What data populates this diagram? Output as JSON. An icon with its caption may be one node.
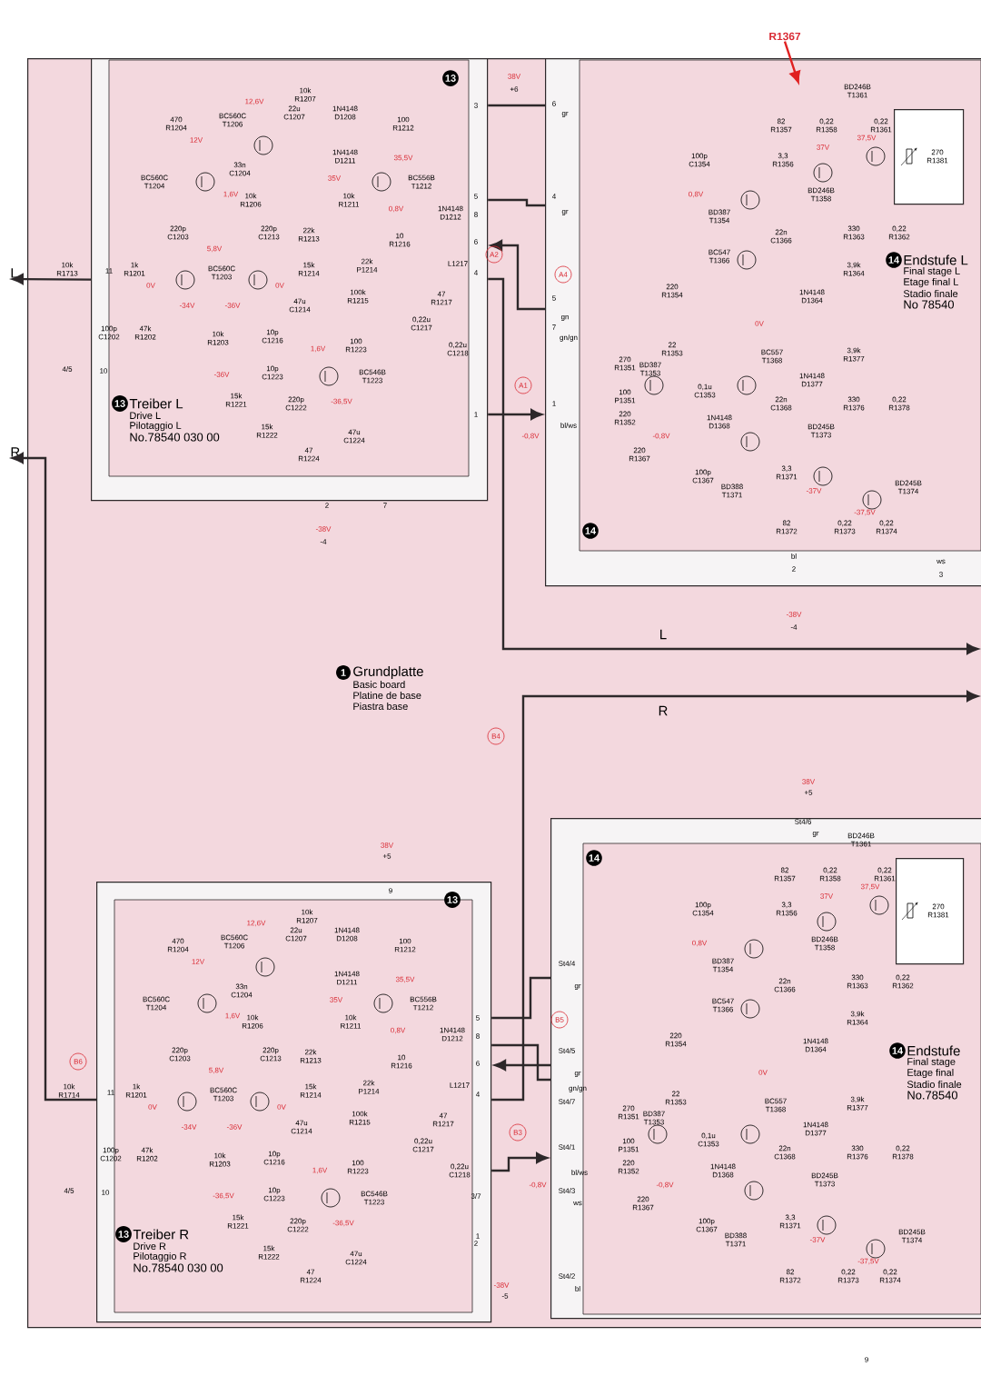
{
  "diagram": {
    "nodes": [
      {
        "text": [
          "1",
          "Grundplatte",
          "Basic board",
          "Platine de base",
          "Piastra base"
        ]
      },
      {
        "text": [
          "13",
          "Treiber L",
          "Drive L",
          "Pilotaggio L",
          "No.78540 030 00"
        ],
        "in": 0
      },
      {
        "text": [
          "14",
          "Endstufe L",
          "Final stage L",
          "Etage final L",
          "Stadio finale",
          "No 78540"
        ],
        "in": 0
      },
      {
        "text": [
          "13",
          "Treiber R",
          "Drive R",
          "Pilotaggio R",
          "No.78540 030 00"
        ],
        "in": 0
      },
      {
        "text": [
          "14",
          "Endstufe",
          "Final stage",
          "Etage final",
          "Stadio finale",
          "No.78540"
        ],
        "in": 0
      },
      {
        "text": [
          "270 R1381"
        ],
        "in": 2
      },
      {
        "text": [
          "270 R1381"
        ],
        "in": 4
      },
      {
        "text": [
          "L"
        ]
      },
      {
        "text": [
          "R"
        ]
      },
      {
        "text": [
          "R1367"
        ]
      }
    ],
    "edges": [
      {
        "from": 1,
        "to": 7,
        "arrow": "to"
      },
      {
        "from": 3,
        "to": 8,
        "arrow": "to"
      },
      {
        "from": 1,
        "to": 2,
        "arrow": "to"
      },
      {
        "from": 2,
        "to": 1,
        "arrow": "to"
      },
      {
        "from": 1,
        "to": null,
        "arrow": "to",
        "label": "L"
      },
      {
        "from": 1,
        "to": 2,
        "arrow": "none"
      },
      {
        "from": 1,
        "to": 2,
        "arrow": "none"
      },
      {
        "from": 3,
        "to": 4,
        "arrow": "to"
      },
      {
        "from": 4,
        "to": 3,
        "arrow": "to"
      },
      {
        "from": 3,
        "to": null,
        "arrow": "to",
        "label": "R"
      },
      {
        "from": 3,
        "to": 4,
        "arrow": "none"
      },
      {
        "from": 3,
        "to": 4,
        "arrow": "none"
      },
      {
        "from": 9,
        "to": null,
        "arrow": "to",
        "color": "#e02020"
      }
    ],
    "labels": [
      "13",
      "12,6V",
      "10k R1207",
      "470 R1204",
      "BC560C T1206",
      "12V",
      "22u C1207",
      "1N4148 D1208",
      "100 R1212",
      "BC560C T1204",
      "33n C1204",
      "1N4148 D1211",
      "35,5V",
      "1,6V",
      "10k R1206",
      "35V",
      "10k R1211",
      "BC556B T1212",
      "0,8V",
      "1N4148 D1212",
      "220p C1203",
      "5,8V",
      "220p C1213",
      "22k R1213",
      "10 R1216",
      "10k R1713",
      "11",
      "1k R1201",
      "0V",
      "BC560C T1203",
      "0V",
      "15k R1214",
      "22k P1214",
      "L1217",
      "100k R1215",
      "-34V",
      "-36V",
      "47u C1214",
      "47 R1217",
      "100p C1202",
      "47k R1202",
      "10k R1203",
      "10p C1216",
      "0,22u C1217",
      "0,22u C1218",
      "1,6V",
      "100 R1223",
      "-36V",
      "10p C1223",
      "BC546B T1223",
      "15k R1221",
      "220p C1222",
      "-36,5V",
      "15k R1222",
      "47u C1224",
      "47 R1224",
      "4/5",
      "10",
      "5",
      "8",
      "6",
      "4",
      "1",
      "2",
      "7",
      "3",
      "-38V",
      "-4",
      "BD246B T1361",
      "82 R1357",
      "0,22 R1358",
      "0,22 R1361",
      "37V",
      "37,5V",
      "100p C1354",
      "3,3 R1356",
      "0,8V",
      "BD246B T1358",
      "BD387 T1354",
      "22n C1366",
      "330 R1363",
      "0,22 R1362",
      "BC547 T1366",
      "3,9k R1364",
      "220 R1354",
      "1N4148 D1364",
      "0V",
      "22 R1353",
      "270 R1351",
      "BD387 T1353",
      "BC557 T1368",
      "3,9k R1377",
      "100 P1351",
      "1N4148 D1377",
      "0,1u C1353",
      "22n C1368",
      "330 R1376",
      "0,22 R1378",
      "220 R1352",
      "1N4148 D1368",
      "-0,8V",
      "BD245B T1373",
      "220 R1367",
      "100p C1367",
      "3,3 R1371",
      "-37V",
      "BD388 T1371",
      "BD245B T1374",
      "-37,5V",
      "82 R1372",
      "0,22 R1373",
      "0,22 R1374",
      "14",
      "6",
      "gr",
      "4",
      "gr",
      "5",
      "gn",
      "7",
      "gn/gn",
      "1",
      "bl/ws",
      "bl",
      "2",
      "ws",
      "3",
      "-38V",
      "-4",
      "38V",
      "+6",
      "13",
      "12,6V",
      "10k R1207",
      "470 R1204",
      "BC560C T1206",
      "12V",
      "22u C1207",
      "1N4148 D1208",
      "100 R1212",
      "BC560C T1204",
      "33n C1204",
      "1N4148 D1211",
      "35,5V",
      "1,6V",
      "10k R1206",
      "35V",
      "10k R1211",
      "BC556B T1212",
      "0,8V",
      "1N4148 D1212",
      "220p C1203",
      "5,8V",
      "220p C1213",
      "22k R1213",
      "10 R1216",
      "10k R1714",
      "11",
      "1k R1201",
      "0V",
      "BC560C T1203",
      "0V",
      "15k R1214",
      "22k P1214",
      "L1217",
      "100k R1215",
      "-34V",
      "-36V",
      "47u C1214",
      "47 R1217",
      "100p C1202",
      "47k R1202",
      "10k R1203",
      "10p C1216",
      "0,22u C1217",
      "0,22u C1218",
      "1,6V",
      "100 R1223",
      "-36,5V",
      "10p C1223",
      "BC546B T1223",
      "15k R1221",
      "220p C1222",
      "-36,5V",
      "15k R1222",
      "47u C1224",
      "47 R1224",
      "4/5",
      "10",
      "5",
      "8",
      "6",
      "4",
      "1",
      "9",
      "38V",
      "+5",
      "3/7",
      "2",
      "-38V",
      "-5",
      "BD246B T1361",
      "82 R1357",
      "0,22 R1358",
      "0,22 R1361",
      "37V",
      "37,5V",
      "100p C1354",
      "3,3 R1356",
      "0,8V",
      "BD246B T1358",
      "BD387 T1354",
      "22n C1366",
      "330 R1363",
      "0,22 R1362",
      "BC547 T1366",
      "3,9k R1364",
      "220 R1354",
      "1N4148 D1364",
      "0V",
      "22 R1353",
      "270 R1351",
      "BD387 T1353",
      "BC557 T1368",
      "3,9k R1377",
      "100 P1351",
      "1N4148 D1377",
      "0,1u C1353",
      "22n C1368",
      "330 R1376",
      "0,22 R1378",
      "220 R1352",
      "1N4148 D1368",
      "-0,8V",
      "BD245B T1373",
      "220 R1367",
      "100p C1367",
      "3,3 R1371",
      "-37V",
      "BD388 T1371",
      "BD245B T1374",
      "-37,5V",
      "82 R1372",
      "0,22 R1373",
      "0,22 R1374",
      "14",
      "St4/6",
      "gr",
      "St4/4",
      "gr",
      "St4/5",
      "gr",
      "gn/gn",
      "St4/7",
      "St4/1",
      "bl/ws",
      "St4/3",
      "ws",
      "St4/2",
      "bl",
      "38V",
      "+5",
      "A2",
      "A1",
      "-0,8V",
      "A4",
      "B4",
      "B6",
      "B3",
      "-0,8V",
      "B5",
      "9"
    ]
  }
}
